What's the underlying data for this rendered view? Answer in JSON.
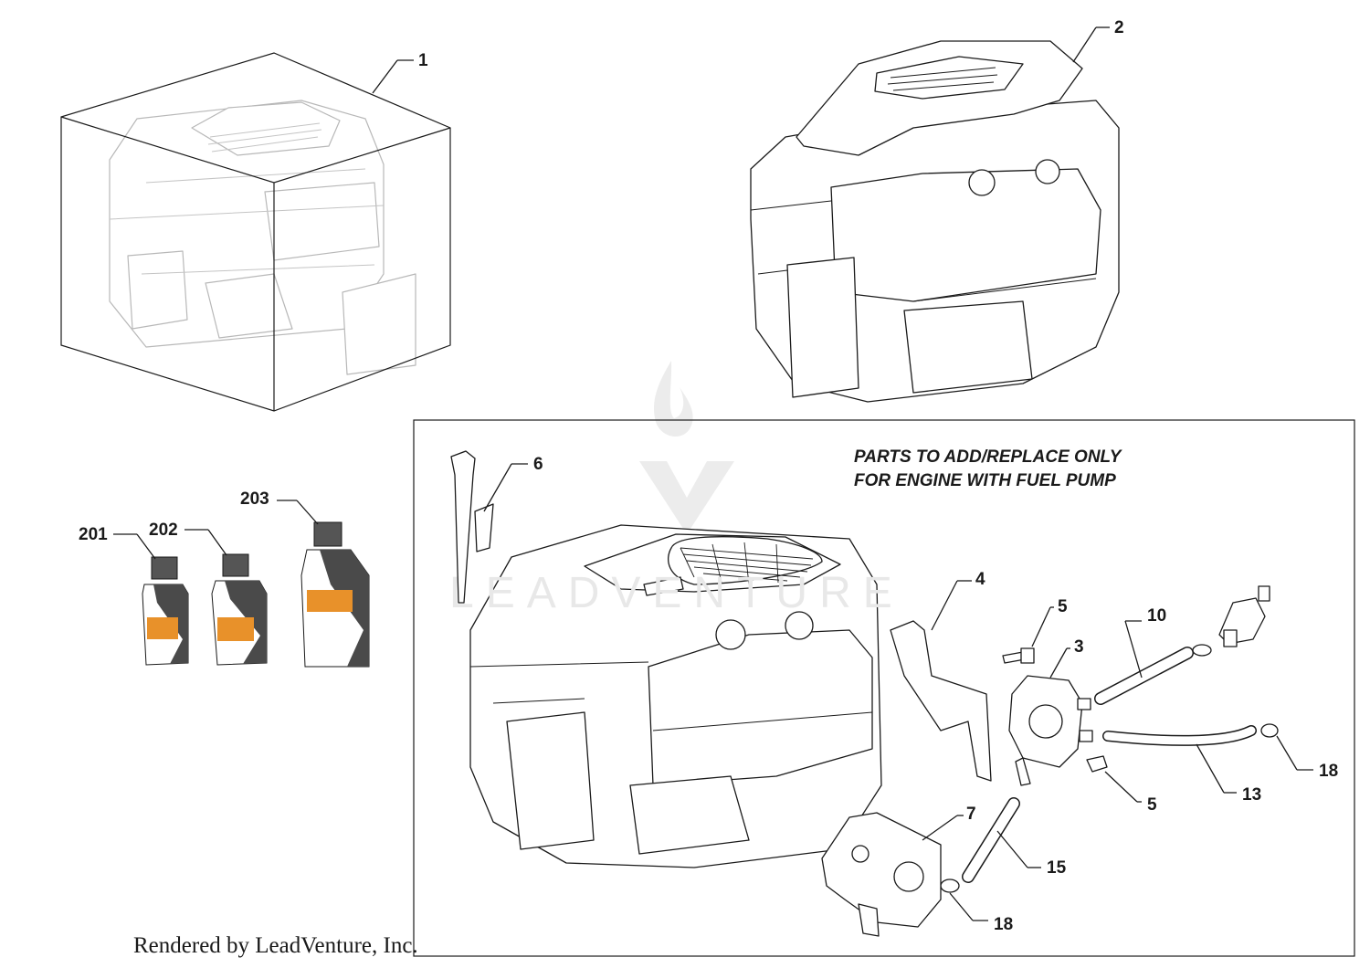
{
  "callouts": {
    "c1": "1",
    "c2": "2",
    "c3": "3",
    "c4": "4",
    "c5a": "5",
    "c5b": "5",
    "c6": "6",
    "c7": "7",
    "c10": "10",
    "c13": "13",
    "c15": "15",
    "c18a": "18",
    "c18b": "18",
    "c201": "201",
    "c202": "202",
    "c203": "203"
  },
  "note": {
    "line1": "PARTS TO ADD/REPLACE ONLY",
    "line2": "FOR ENGINE WITH FUEL PUMP"
  },
  "footer": "Rendered by LeadVenture, Inc.",
  "watermark": "LEADVENTURE",
  "colors": {
    "ink": "#1a1a1a",
    "bottle_label": "#e8912a",
    "bottle_body": "#4a4a4a",
    "watermark": "#ececec"
  }
}
